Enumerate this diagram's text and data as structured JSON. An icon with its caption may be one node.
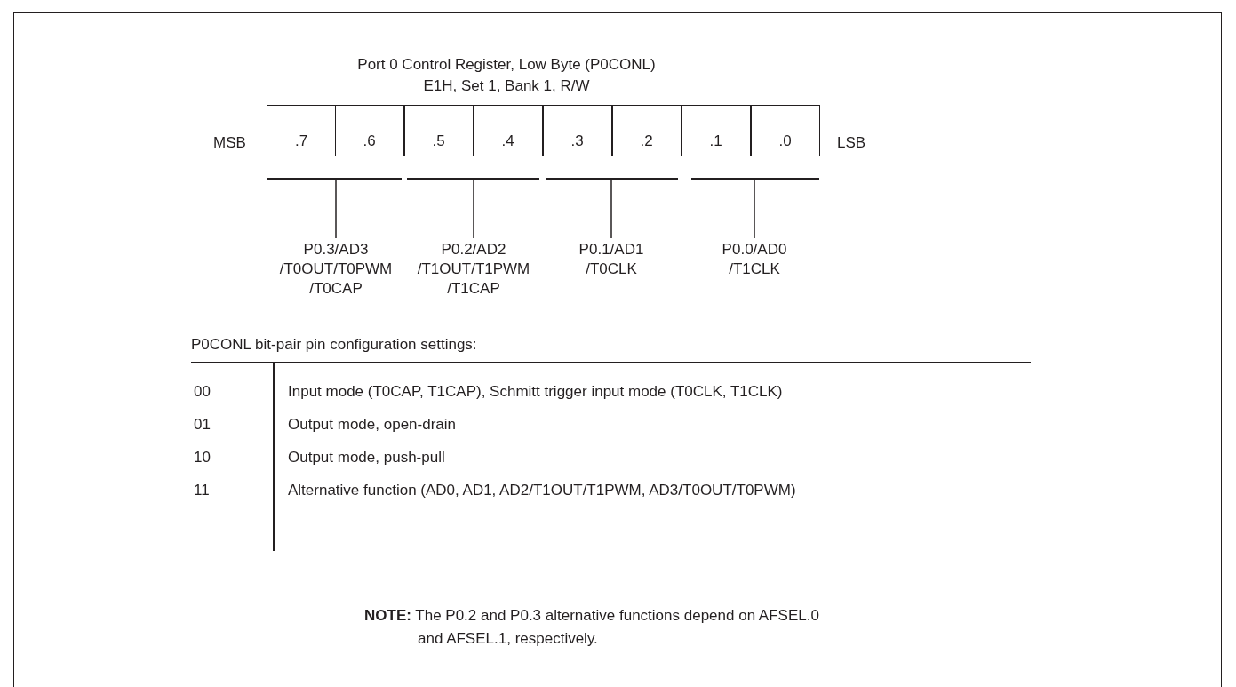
{
  "diagram": {
    "title": "Port 0 Control Register, Low Byte (P0CONL)",
    "nodes": [
      {
        "text": [
          ".7"
        ]
      },
      {
        "text": [
          ".6"
        ]
      },
      {
        "text": [
          ".5"
        ]
      },
      {
        "text": [
          ".4"
        ]
      },
      {
        "text": [
          ".3"
        ]
      },
      {
        "text": [
          ".2"
        ]
      },
      {
        "text": [
          ".1"
        ]
      },
      {
        "text": [
          ".0"
        ]
      },
      {
        "text": [],
        "shape": "bar"
      },
      {
        "text": [],
        "shape": "bar"
      },
      {
        "text": [],
        "shape": "bar"
      },
      {
        "text": [],
        "shape": "bar"
      },
      {
        "text": [
          "P0.3/AD3 /T0OUT/T0PWM /T0CAP"
        ]
      },
      {
        "text": [
          "P0.2/AD2 /T1OUT/T1PWM /T1CAP"
        ]
      },
      {
        "text": [
          "P0.1/AD1 /T0CLK"
        ]
      },
      {
        "text": [
          "P0.0/AD0 /T1CLK"
        ]
      }
    ],
    "edges": [
      {
        "from": 12,
        "to": 8,
        "arrow": "none"
      },
      {
        "from": 13,
        "to": 9,
        "arrow": "none"
      },
      {
        "from": 14,
        "to": 10,
        "arrow": "none"
      },
      {
        "from": 15,
        "to": 11,
        "arrow": "none"
      }
    ],
    "labels": [
      "E1H, Set 1, Bank 1, R/W",
      "MSB",
      "LSB",
      "P0CONL bit-pair pin configuration settings:",
      "00",
      "Input mode (T0CAP, T1CAP), Schmitt trigger input mode (T0CLK, T1CLK)",
      "01",
      "Output mode, open-drain",
      "10",
      "Output mode, push-pull",
      "11",
      "Alternative function (AD0, AD1, AD2/T1OUT/T1PWM, AD3/T0OUT/T0PWM)",
      "**NOTE:** The P0.2 and P0.3 alternative functions depend on AFSEL.0 and AFSEL.1, respectively."
    ]
  }
}
